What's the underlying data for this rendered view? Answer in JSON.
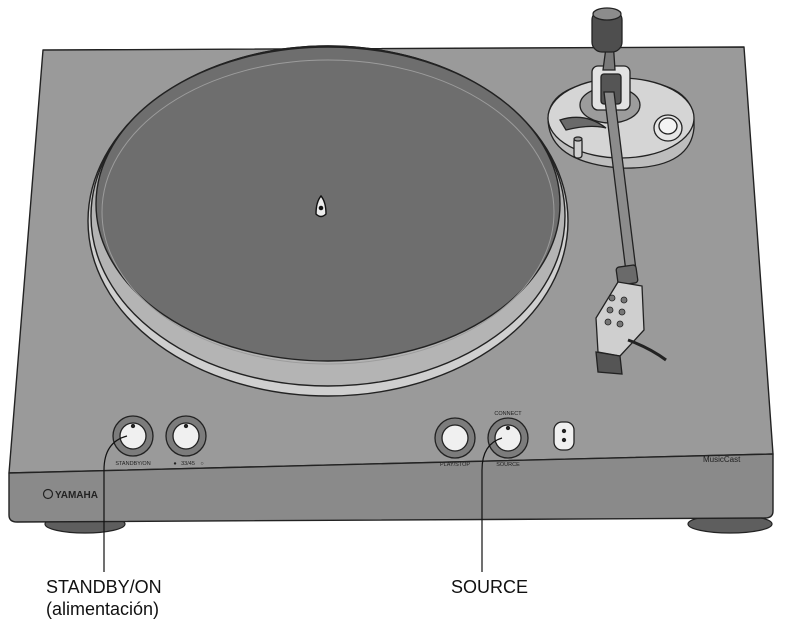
{
  "brand": {
    "logo_text": "YAMAHA",
    "musiccast_text": "MusicCast"
  },
  "panel_labels": {
    "standby_on": "STANDBY/ON",
    "speed": "33/45",
    "play_stop": "PLAY/STOP",
    "connect": "CONNECT",
    "source": "SOURCE"
  },
  "callouts": {
    "standby": {
      "line1": "STANDBY/ON",
      "line2": "(alimentación)"
    },
    "source": {
      "line1": "SOURCE"
    }
  },
  "colors": {
    "body_top": "#9a9a9a",
    "body_front": "#8a8a8a",
    "platter": "#6e6e6e",
    "platter_rim": "#cfcfcf",
    "outline": "#222222"
  }
}
